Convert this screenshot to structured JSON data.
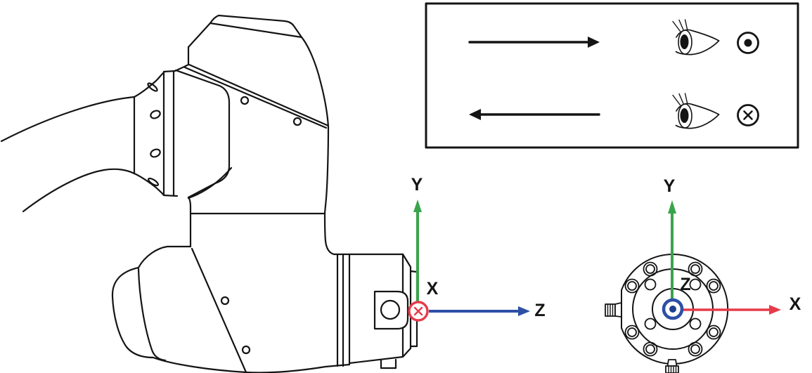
{
  "diagram": {
    "title": "robot-wrist-flange-coordinate-diagram",
    "colors": {
      "line": "#141414",
      "x_red": "#e73b4a",
      "y_green": "#3aa44c",
      "z_blue": "#2d50a5",
      "z_dot_navy": "#1e3e8e",
      "background": "#ffffff"
    },
    "side_view": {
      "labels": {
        "x": "X",
        "y": "Y",
        "z": "Z"
      },
      "x_axis_symbol": "cross-into-page",
      "y_axis_direction": "up",
      "z_axis_direction": "right"
    },
    "flange_view": {
      "labels": {
        "x": "X",
        "y": "Y",
        "z": "Z"
      },
      "z_axis_symbol": "dot-out-of-page",
      "x_axis_direction": "right",
      "y_axis_direction": "up",
      "outer_bolt_holes": 8,
      "inner_bolt_holes": 4
    },
    "legend": {
      "rows": [
        {
          "arrow_direction": "right",
          "viewer": "eye-looking-right",
          "symbol": "circle-dot-out-of-page"
        },
        {
          "arrow_direction": "left",
          "viewer": "eye-looking-right",
          "symbol": "circle-cross-into-page"
        }
      ]
    }
  }
}
